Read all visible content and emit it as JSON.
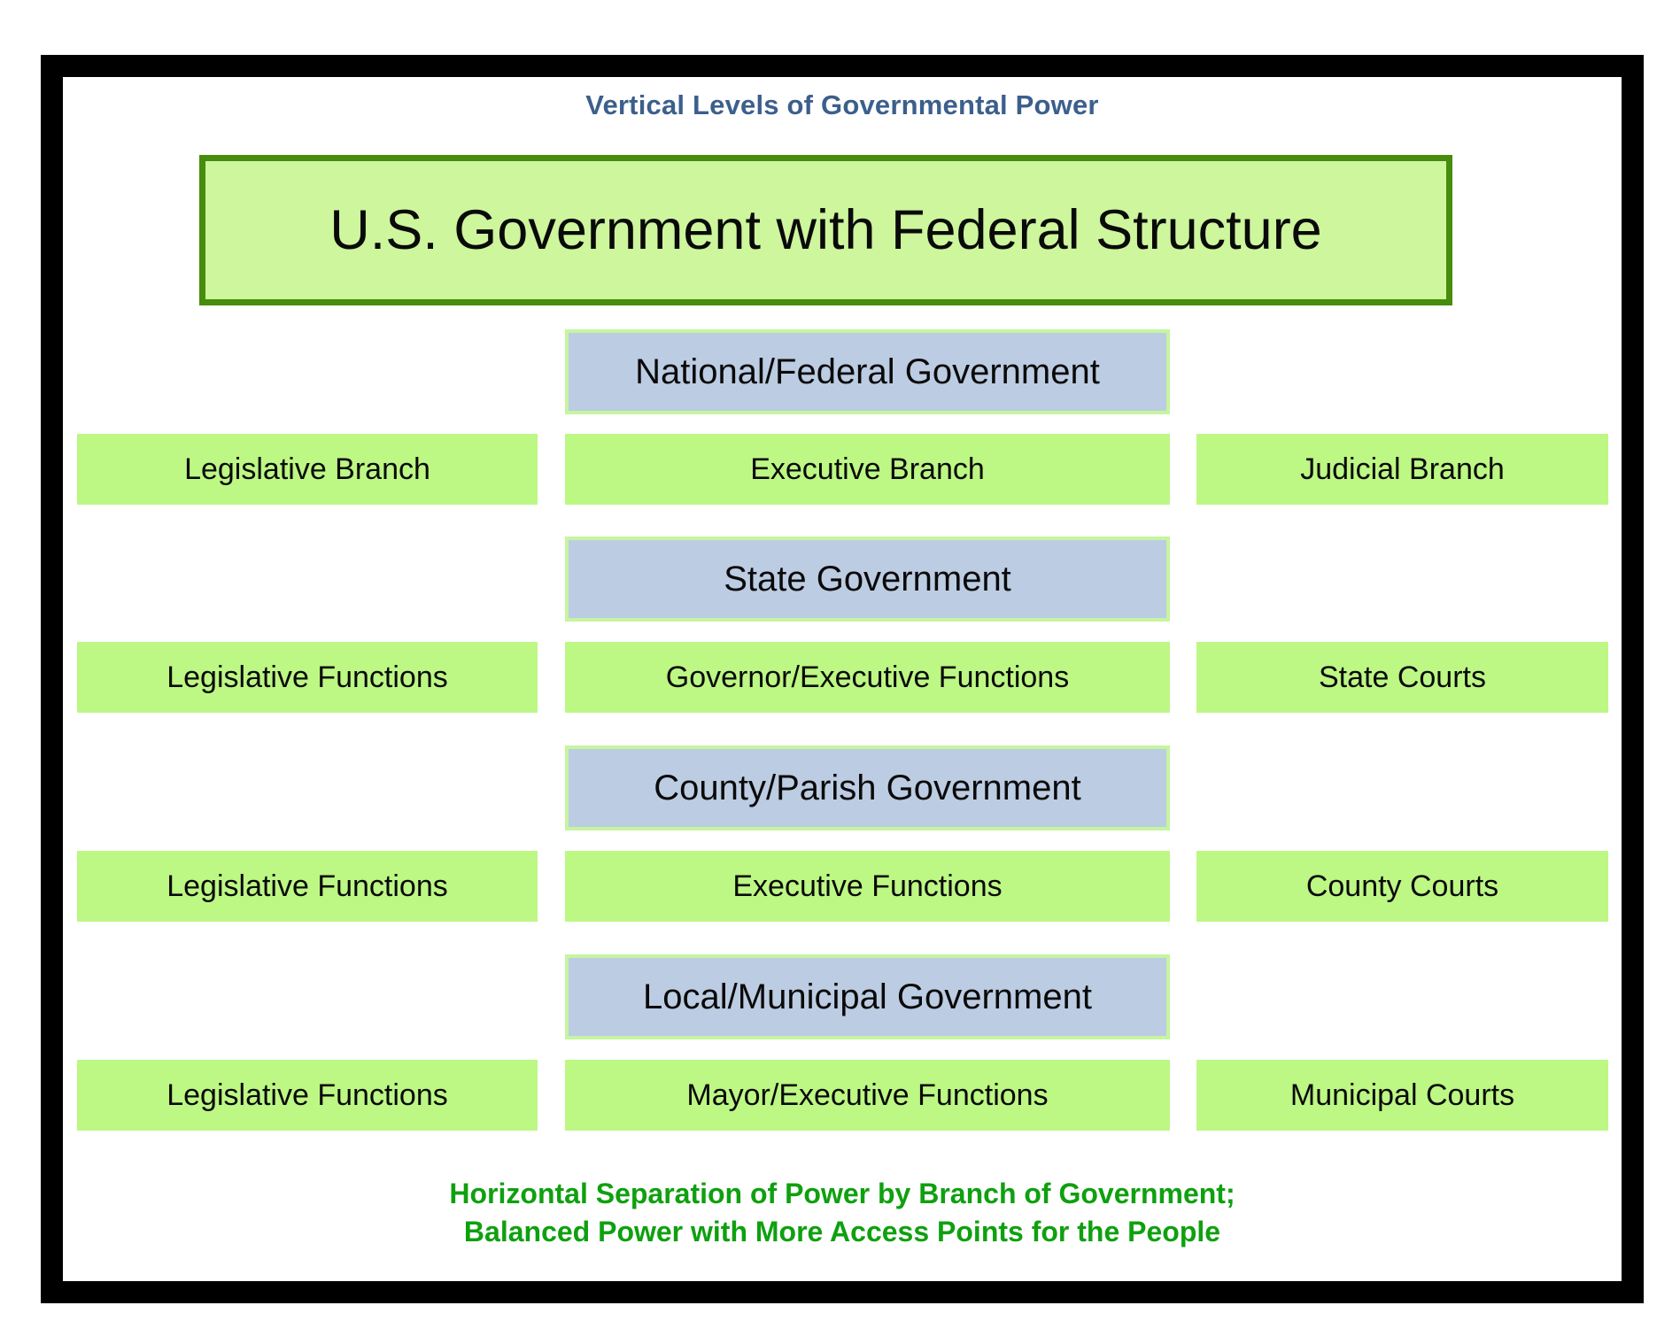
{
  "meta": {
    "top_caption": "Vertical Levels of Governmental Power",
    "title": "U.S. Government with Federal Structure",
    "bottom_caption_line1": "Horizontal Separation of Power by Branch of Government;",
    "bottom_caption_line2": "Balanced Power with More Access Points for the People"
  },
  "colors": {
    "frame": "#000000",
    "page_background": "#FFFFFF",
    "title_fill": "#CDF69D",
    "title_border": "#468C0D",
    "level_fill": "#BCCCE2",
    "level_border": "#C6F5A0",
    "branch_fill": "#BDF784",
    "top_caption_text": "#3C5F8C",
    "bottom_caption_text": "#0FA00F",
    "box_text": "#0A0A0A"
  },
  "levels": [
    {
      "id": "national",
      "level_label": "National/Federal Government",
      "branches": {
        "legislative": "Legislative Branch",
        "executive": "Executive Branch",
        "judicial": "Judicial Branch"
      }
    },
    {
      "id": "state",
      "level_label": "State Government",
      "branches": {
        "legislative": "Legislative Functions",
        "executive": "Governor/Executive Functions",
        "judicial": "State Courts"
      }
    },
    {
      "id": "county",
      "level_label": "County/Parish Government",
      "branches": {
        "legislative": "Legislative Functions",
        "executive": "Executive Functions",
        "judicial": "County Courts"
      }
    },
    {
      "id": "local",
      "level_label": "Local/Municipal Government",
      "branches": {
        "legislative": "Legislative Functions",
        "executive": "Mayor/Executive Functions",
        "judicial": "Municipal Courts"
      }
    }
  ]
}
